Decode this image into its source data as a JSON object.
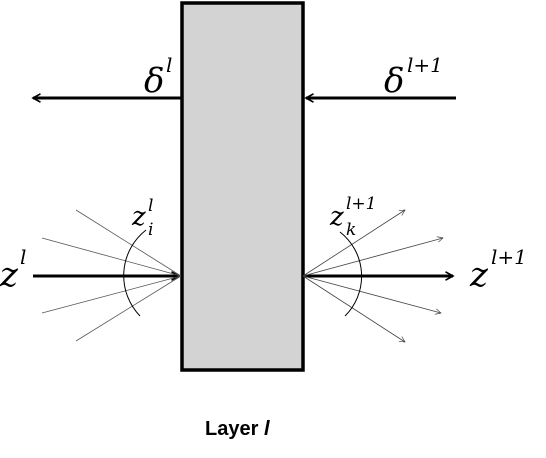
{
  "labels": {
    "delta_left": {
      "base": "δ",
      "sup": "l"
    },
    "delta_right": {
      "base": "δ",
      "sup": "l+1"
    },
    "z_left": {
      "base": "z",
      "sup": "l"
    },
    "z_right": {
      "base": "z",
      "sup": "l+1"
    },
    "z_i": {
      "base": "z",
      "sup": "l",
      "sub": "i"
    },
    "z_k": {
      "base": "z",
      "sup": "l+1",
      "sub": "k"
    }
  },
  "caption": {
    "text": "Layer ",
    "var": "l"
  },
  "colors": {
    "layer_fill": "#d3d3d3",
    "stroke": "#000000",
    "fan": "#555555"
  }
}
